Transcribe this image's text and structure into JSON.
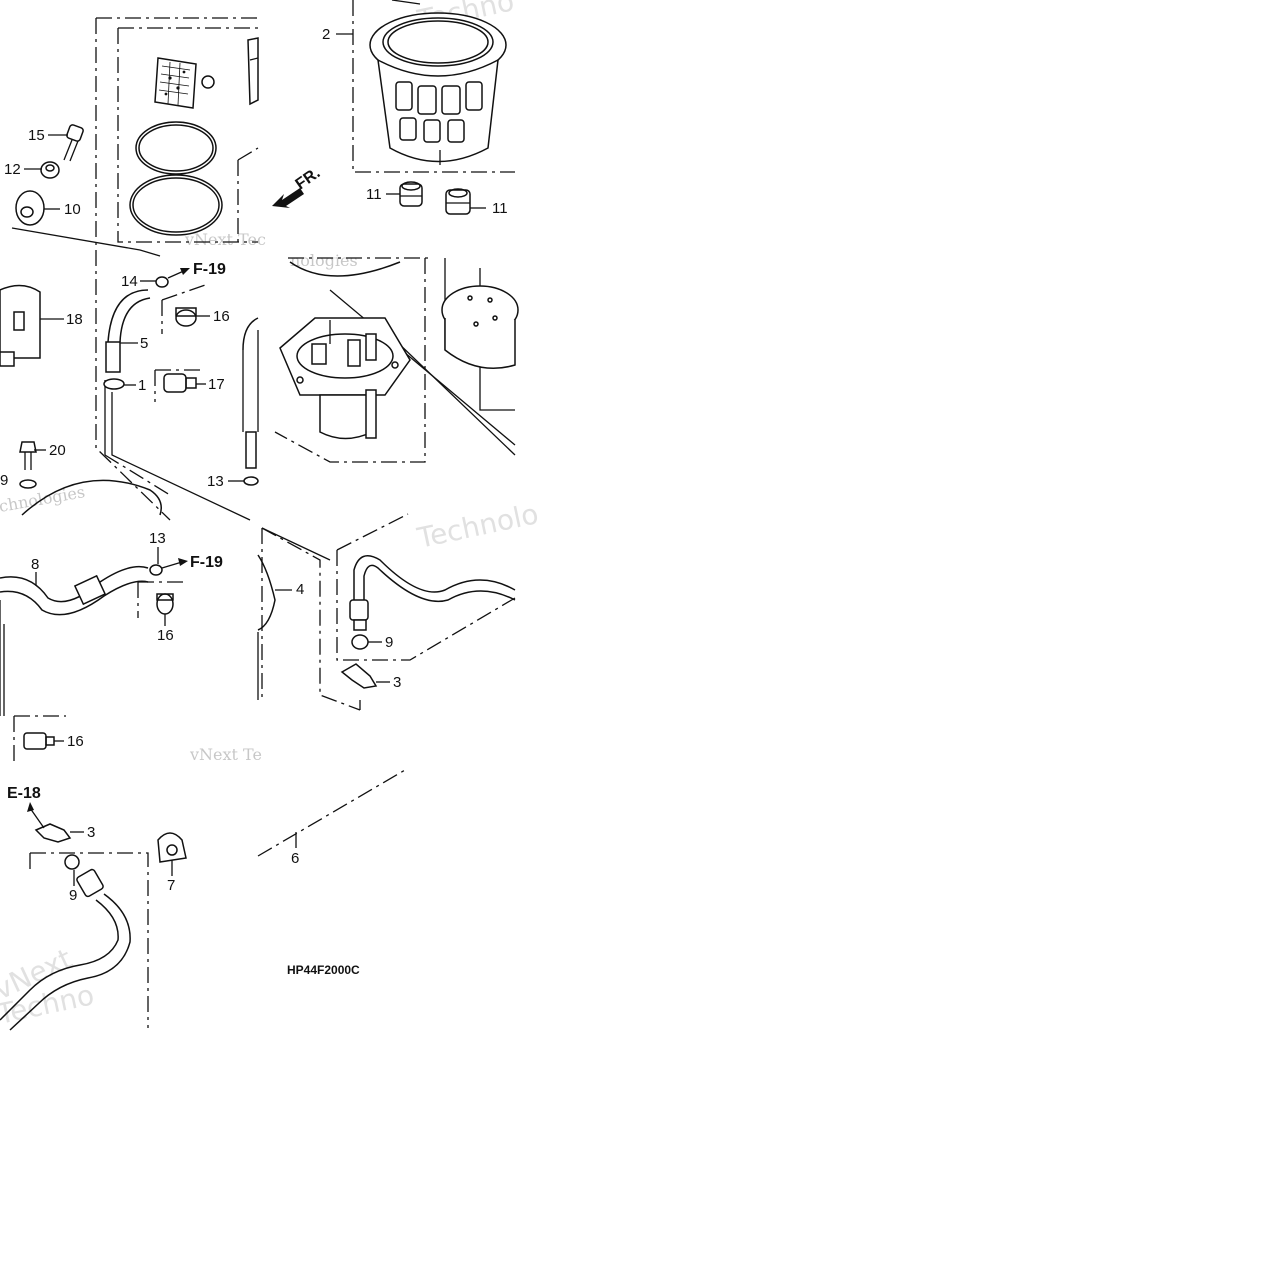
{
  "diagram": {
    "diagram_code": "HP44F2000C",
    "part_labels": [
      "2",
      "15",
      "12",
      "10",
      "11",
      "11",
      "14",
      "16",
      "18",
      "5",
      "1",
      "17",
      "20",
      "9",
      "13",
      "13",
      "8",
      "16",
      "4",
      "9",
      "3",
      "16",
      "6",
      "3",
      "7",
      "9"
    ],
    "reference_labels": [
      "F-19",
      "F-19",
      "E-18"
    ],
    "front_arrow_label": "FR.",
    "watermark_texts": [
      "vNext Tec",
      "nologies",
      "Techno",
      "Technolo",
      "vNext Te",
      "chnologies",
      "vNext",
      "Techno"
    ]
  }
}
